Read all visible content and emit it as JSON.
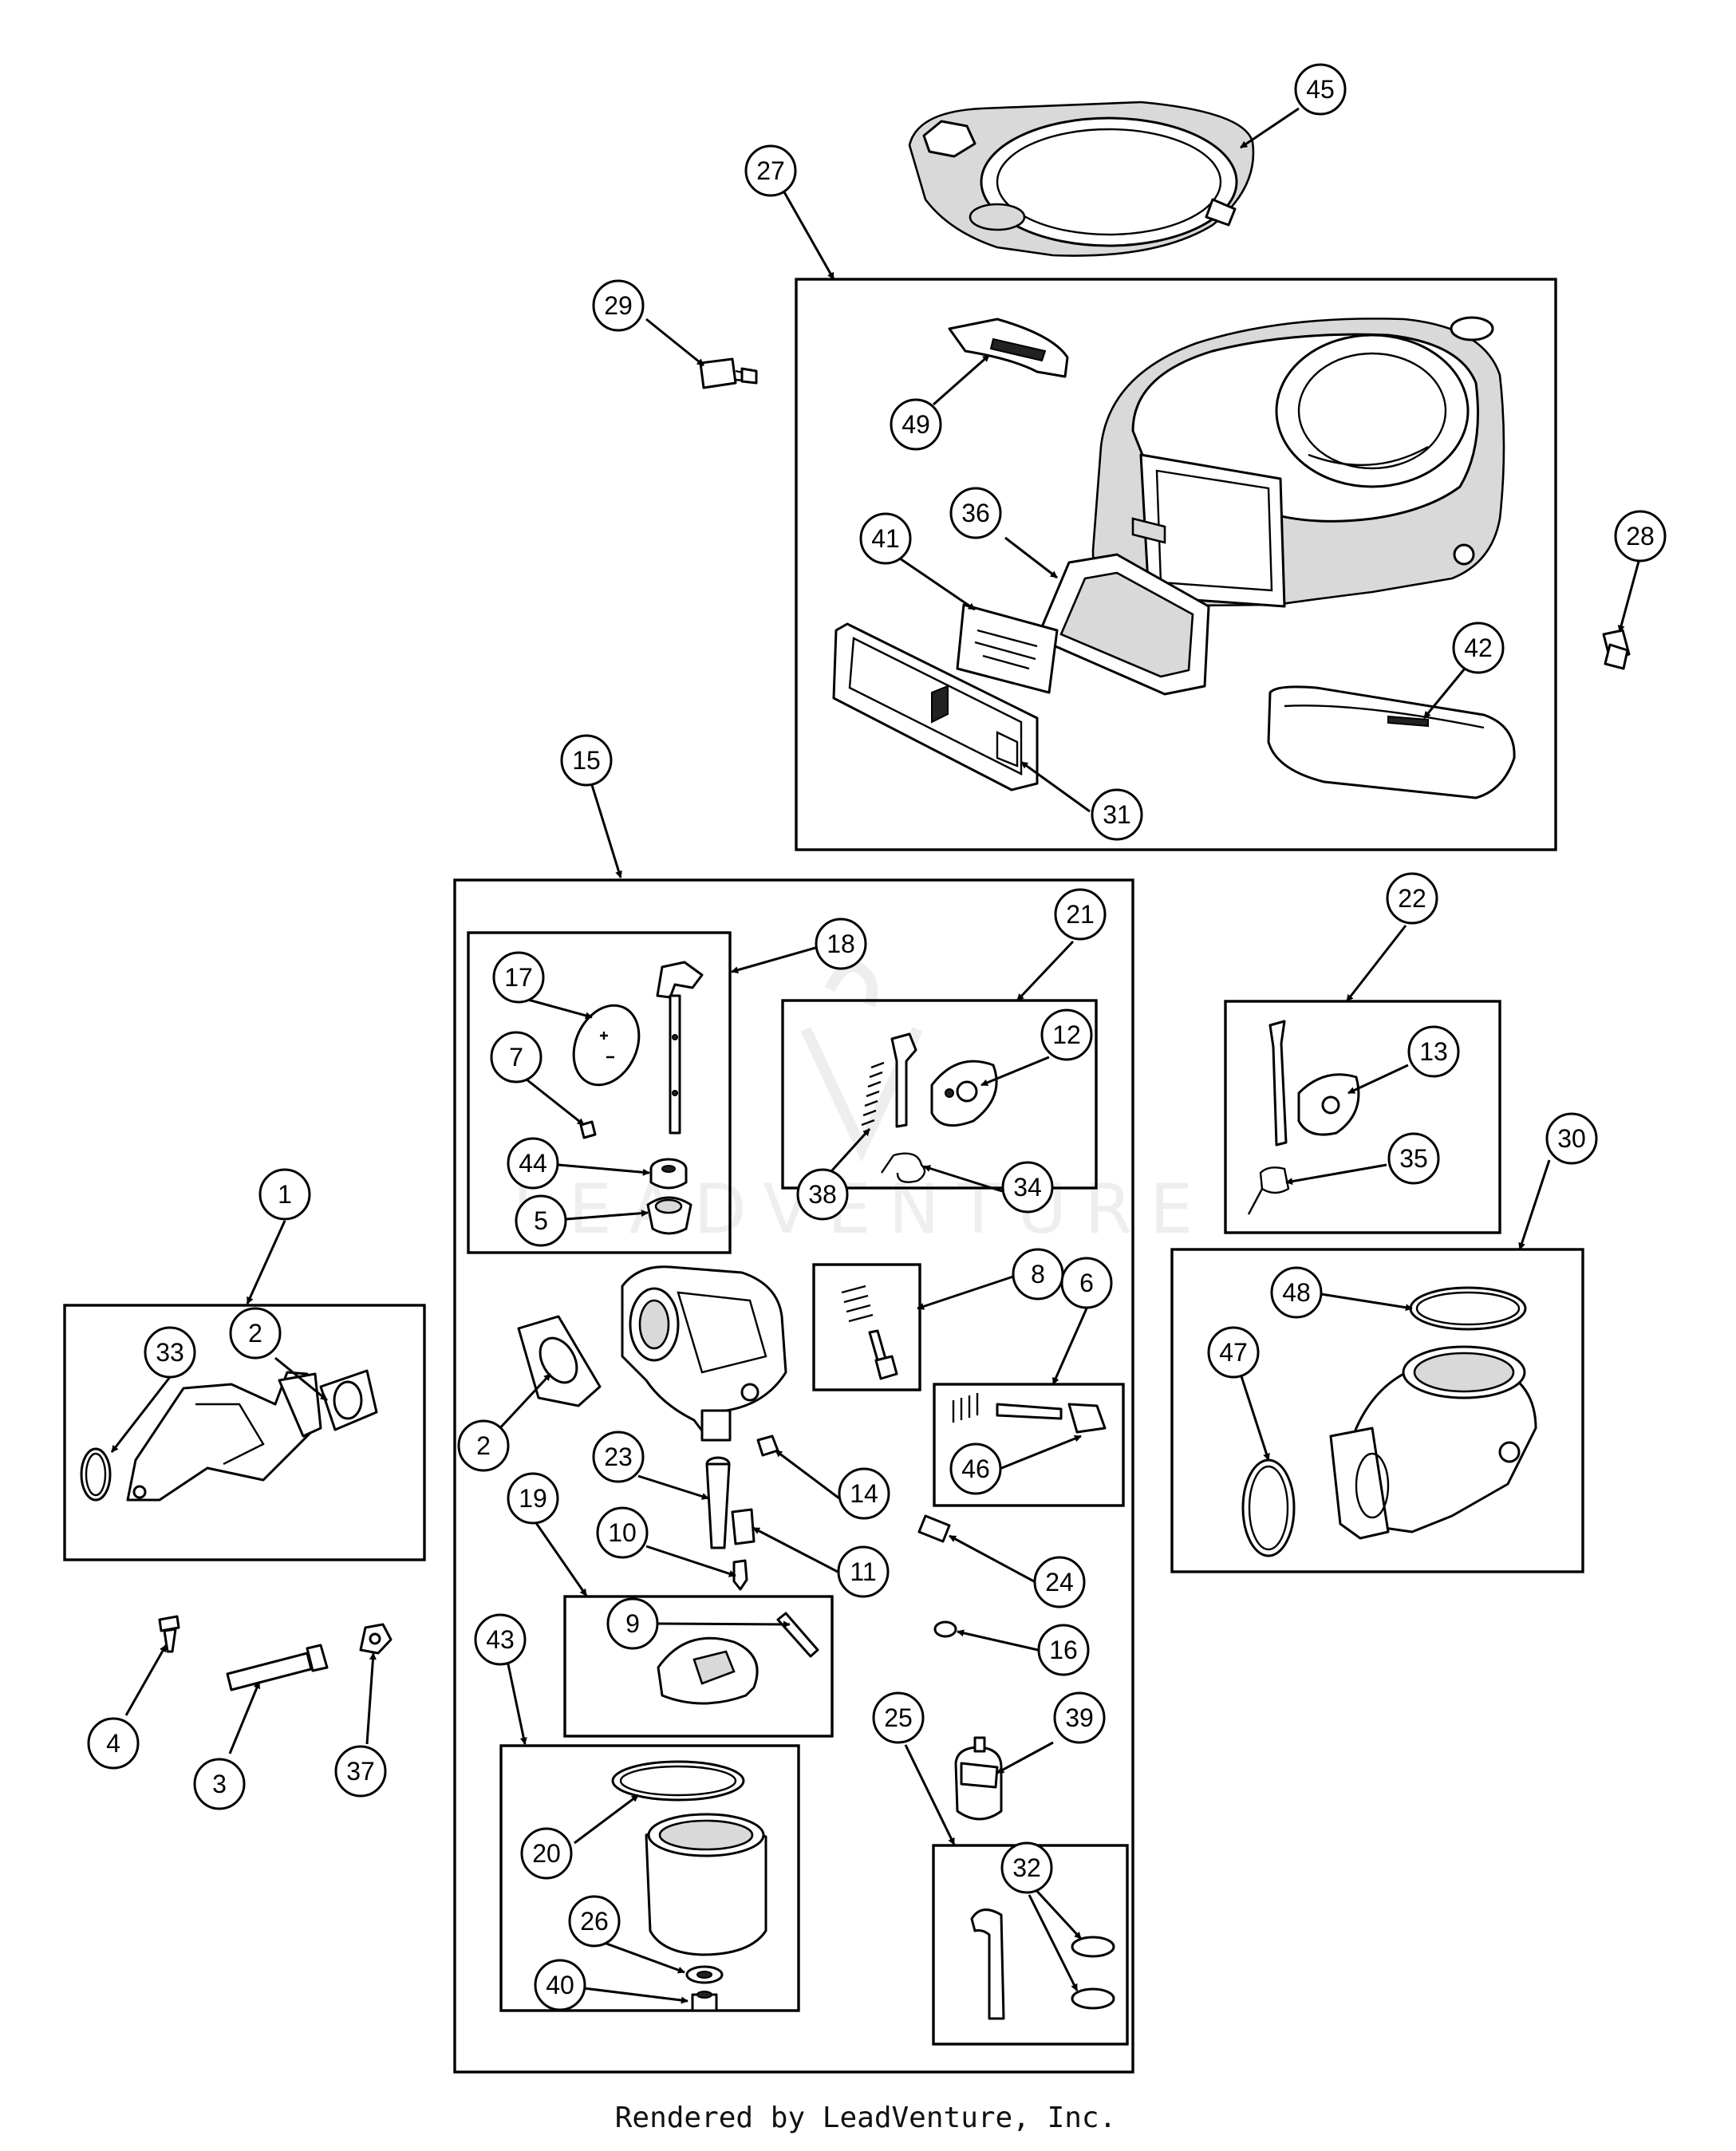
{
  "footer": {
    "text": "Rendered by LeadVenture, Inc."
  },
  "watermark": {
    "text": "LEADVENTURE"
  },
  "callouts": {
    "c1": "1",
    "c2a": "2",
    "c2b": "2",
    "c3": "3",
    "c4": "4",
    "c5": "5",
    "c6": "6",
    "c7": "7",
    "c8": "8",
    "c9": "9",
    "c10": "10",
    "c11": "11",
    "c12": "12",
    "c13": "13",
    "c14": "14",
    "c15": "15",
    "c16": "16",
    "c17": "17",
    "c18": "18",
    "c19": "19",
    "c20": "20",
    "c21": "21",
    "c22": "22",
    "c23": "23",
    "c24": "24",
    "c25": "25",
    "c26": "26",
    "c27": "27",
    "c28": "28",
    "c29": "29",
    "c30": "30",
    "c31": "31",
    "c32": "32",
    "c33": "33",
    "c34": "34",
    "c35": "35",
    "c36": "36",
    "c37": "37",
    "c38": "38",
    "c39": "39",
    "c40": "40",
    "c41": "41",
    "c42": "42",
    "c43": "43",
    "c44": "44",
    "c45": "45",
    "c46": "46",
    "c47": "47",
    "c48": "48",
    "c49": "49"
  }
}
